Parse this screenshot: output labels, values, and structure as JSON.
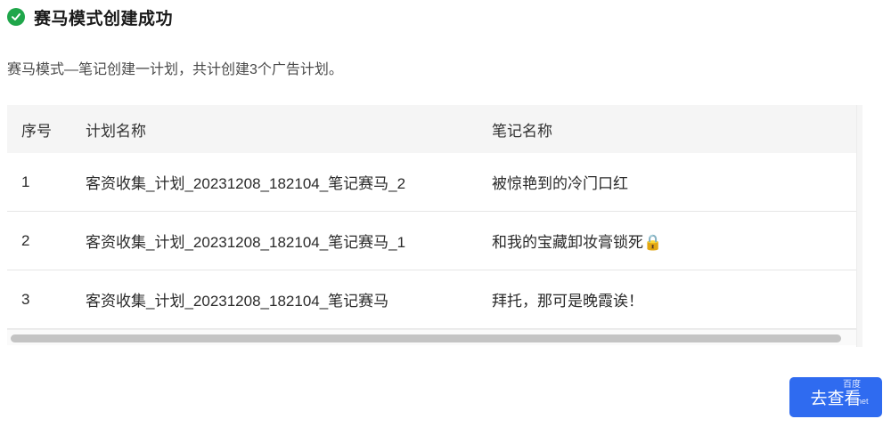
{
  "header": {
    "title": "赛马模式创建成功",
    "icon": "check-circle-icon",
    "icon_color": "#1fa64a"
  },
  "description": "赛马模式—笔记创建一计划，共计创建3个广告计划。",
  "table": {
    "columns": [
      "序号",
      "计划名称",
      "笔记名称"
    ],
    "rows": [
      {
        "index": "1",
        "plan": "客资收集_计划_20231208_182104_笔记赛马_2",
        "note": "被惊艳到的冷门口红"
      },
      {
        "index": "2",
        "plan": "客资收集_计划_20231208_182104_笔记赛马_1",
        "note": "和我的宝藏卸妆膏锁死🔒"
      },
      {
        "index": "3",
        "plan": "客资收集_计划_20231208_182104_笔记赛马",
        "note": "拜托，那可是晚霞诶！"
      }
    ]
  },
  "actions": {
    "view_label": "去查看",
    "accent": "#2f6bf0"
  },
  "watermark": {
    "line1": "百度",
    "line2": "net"
  }
}
